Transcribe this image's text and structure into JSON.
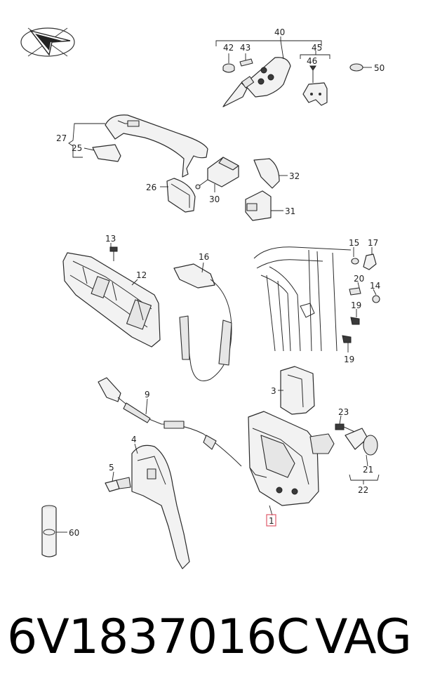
{
  "diagram": {
    "callouts": {
      "c40": "40",
      "c42": "42",
      "c43": "43",
      "c45": "45",
      "c46": "46",
      "c50": "50",
      "c27": "27",
      "c25": "25",
      "c26": "26",
      "c30": "30",
      "c32": "32",
      "c31": "31",
      "c13": "13",
      "c12": "12",
      "c16": "16",
      "c15": "15",
      "c17": "17",
      "c20": "20",
      "c14": "14",
      "c19a": "19",
      "c19b": "19",
      "c3": "3",
      "c9": "9",
      "c4": "4",
      "c5": "5",
      "c23": "23",
      "c21": "21",
      "c22": "22",
      "c1": "1",
      "c60": "60"
    },
    "highlight_color": "#e05a6a",
    "logo_icon": "compass-arrow-icon"
  },
  "caption": {
    "part_number": "6V1837016C",
    "brand": "VAG"
  }
}
